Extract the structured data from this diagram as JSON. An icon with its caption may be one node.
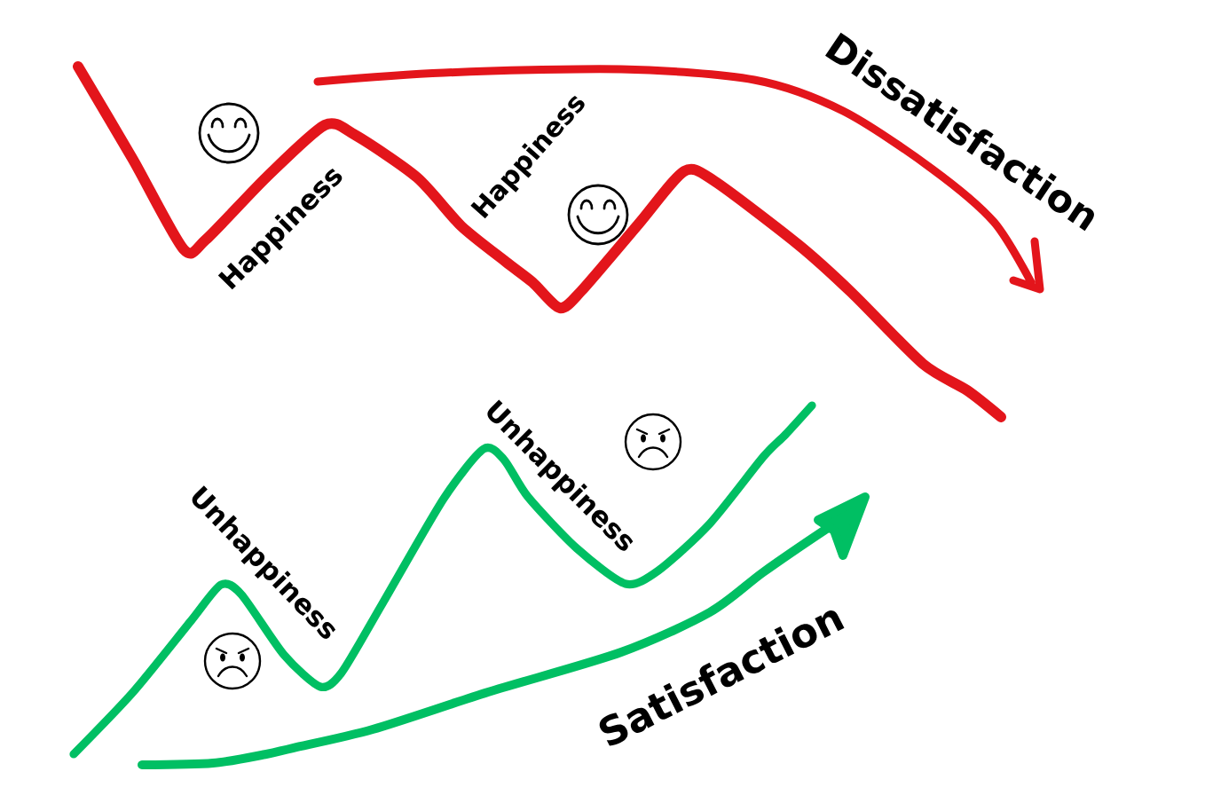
{
  "diagram": {
    "labels": [
      "Happiness",
      "Happiness",
      "Dissatisfaction",
      "Unhappiness",
      "Unhappiness",
      "Satisfaction"
    ]
  }
}
